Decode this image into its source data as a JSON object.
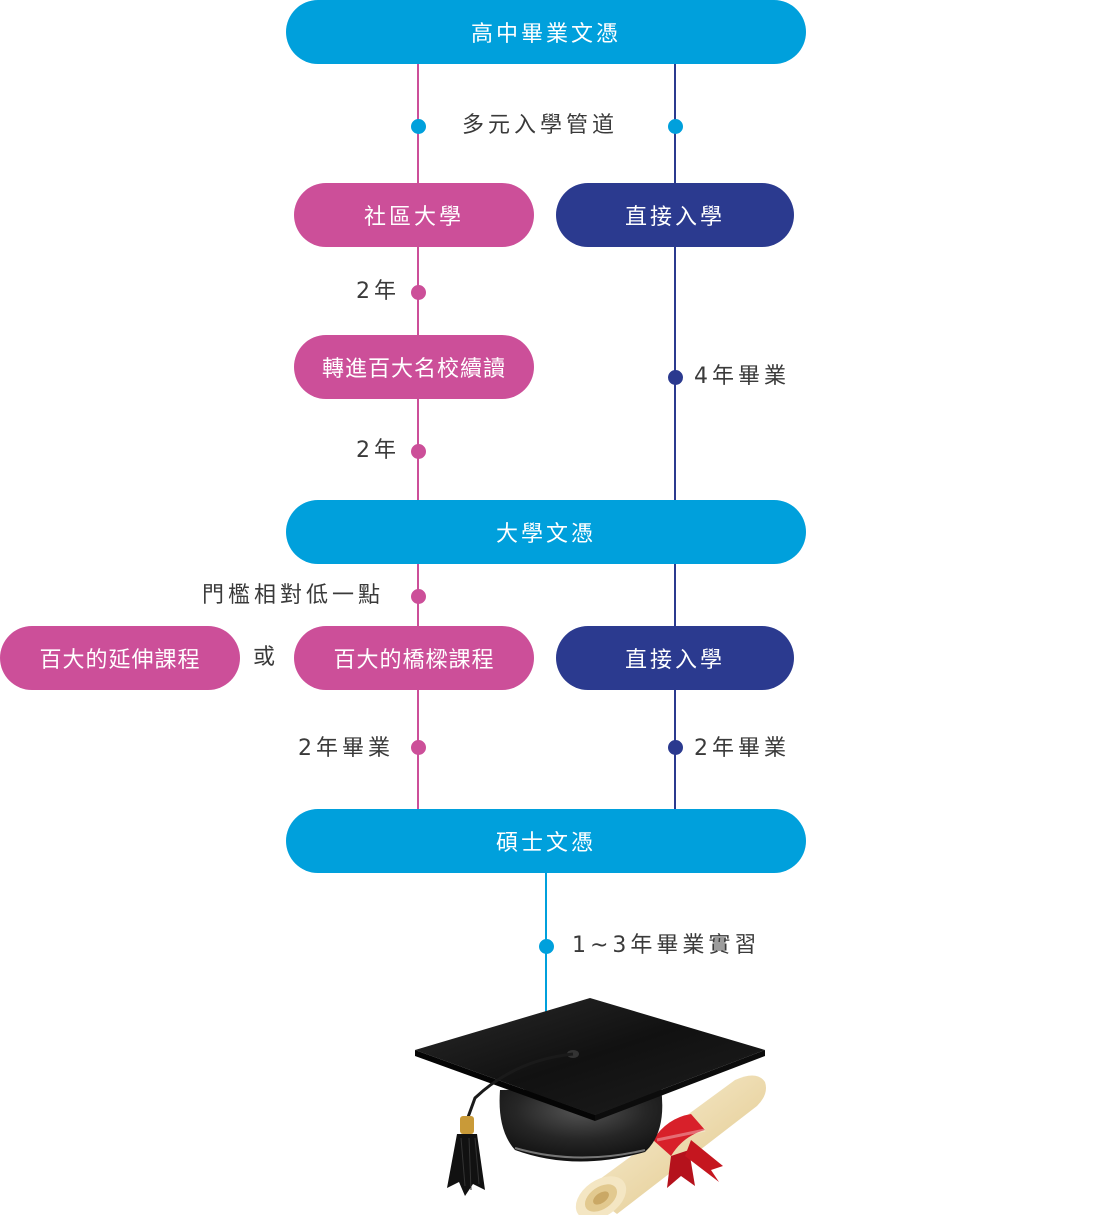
{
  "colors": {
    "blue": "#00a0dc",
    "pink": "#cc4f99",
    "navy": "#2b3a8f",
    "text": "#3a3a3a"
  },
  "nodes": {
    "high_school": "高中畢業文憑",
    "community_college": "社區大學",
    "direct_admission_1": "直接入學",
    "transfer": "轉進百大名校續讀",
    "bachelor": "大學文憑",
    "extension": "百大的延伸課程",
    "bridge": "百大的橋樑課程",
    "direct_admission_2": "直接入學",
    "master": "碩士文憑"
  },
  "labels": {
    "multiple_pathways": "多元入學管道",
    "two_years_a": "2年",
    "two_years_b": "2年",
    "four_year_grad": "4年畢業",
    "lower_threshold": "門檻相對低一點",
    "or": "或",
    "two_year_grad_left": "2年畢業",
    "two_year_grad_right": "2年畢業",
    "internship": "1~3年畢業實習"
  },
  "icons": {
    "graduation": "graduation-cap-and-diploma-icon"
  }
}
